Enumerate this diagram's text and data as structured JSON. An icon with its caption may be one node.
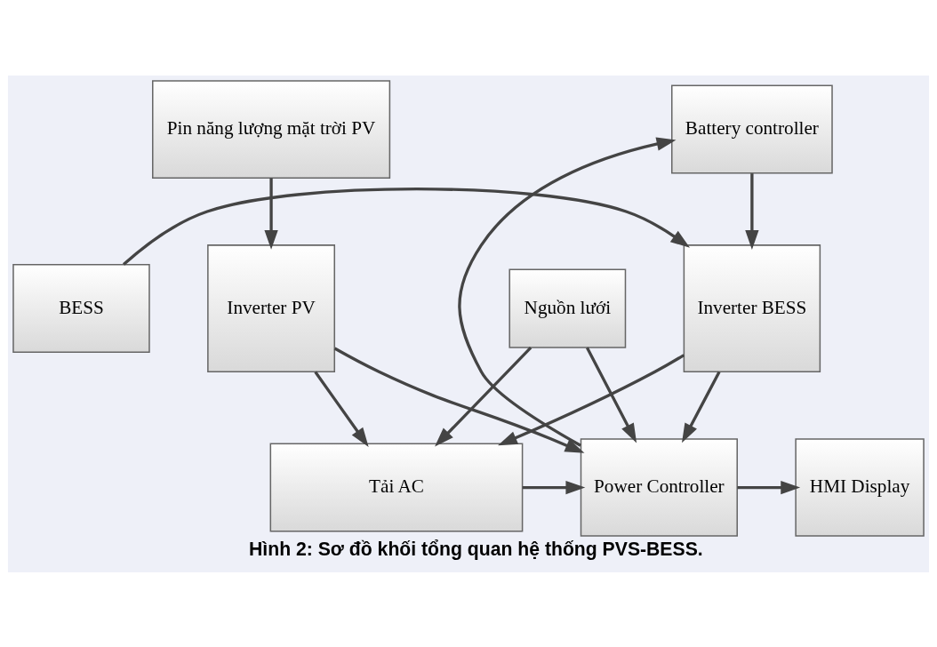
{
  "diagram": {
    "caption": "Hình 2: Sơ đồ khối tổng quan hệ thống PVS-BESS.",
    "nodes": [
      {
        "text": [
          "Pin năng lượng mặt trời PV"
        ]
      },
      {
        "text": [
          "Battery controller"
        ]
      },
      {
        "text": [
          "Inverter PV"
        ]
      },
      {
        "text": [
          "BESS"
        ]
      },
      {
        "text": [
          "Inverter BESS"
        ]
      },
      {
        "text": [
          "Tải AC"
        ]
      },
      {
        "text": [
          "Power Controller"
        ]
      },
      {
        "text": [
          "HMI Display"
        ]
      },
      {
        "text": [
          "Nguồn lưới"
        ]
      }
    ],
    "edges": [
      {
        "from": 0,
        "to": 2,
        "arrow": "to"
      },
      {
        "from": 1,
        "to": 4,
        "arrow": "to"
      },
      {
        "from": 3,
        "to": 4,
        "arrow": "to"
      },
      {
        "from": 2,
        "to": 5,
        "arrow": "to"
      },
      {
        "from": 4,
        "to": 5,
        "arrow": "to"
      },
      {
        "from": 4,
        "to": 6,
        "arrow": "to"
      },
      {
        "from": 2,
        "to": 6,
        "arrow": "to"
      },
      {
        "from": 5,
        "to": 6,
        "arrow": "to"
      },
      {
        "from": 6,
        "to": 7,
        "arrow": "to"
      },
      {
        "from": 6,
        "to": 1,
        "arrow": "to"
      },
      {
        "from": 8,
        "to": 5,
        "arrow": "to"
      },
      {
        "from": 8,
        "to": 6,
        "arrow": "to"
      }
    ]
  }
}
